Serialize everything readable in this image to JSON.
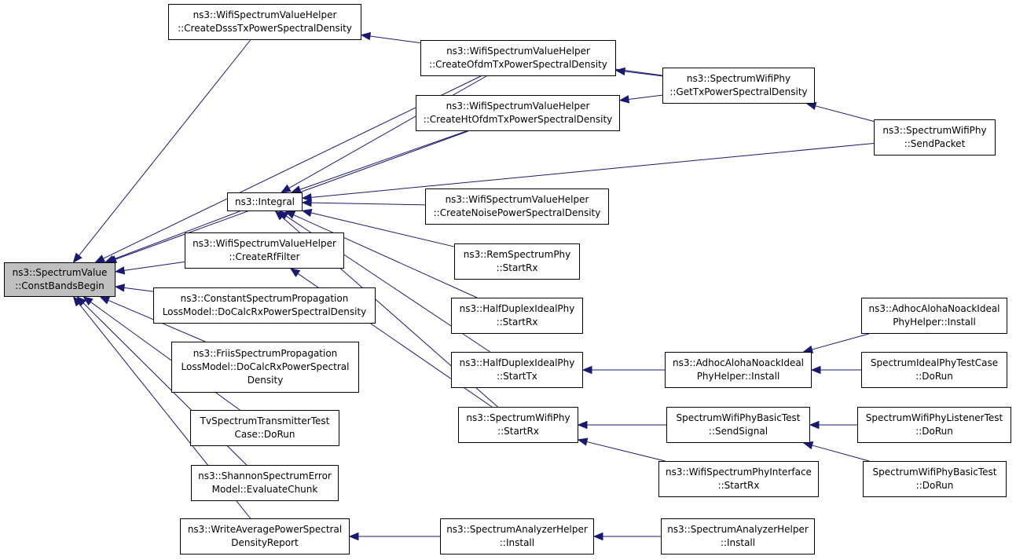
{
  "graph": {
    "edge_color": "#191970",
    "root_fill": "#bfbfbf",
    "node_fill": "#ffffff",
    "nodes": [
      {
        "id": "root",
        "lines": [
          "ns3::SpectrumValue",
          "::ConstBandsBegin"
        ]
      },
      {
        "id": "create-dsss",
        "lines": [
          "ns3::WifiSpectrumValueHelper",
          "::CreateDsssTxPowerSpectralDensity"
        ]
      },
      {
        "id": "create-ofdm",
        "lines": [
          "ns3::WifiSpectrumValueHelper",
          "::CreateOfdmTxPowerSpectralDensity"
        ]
      },
      {
        "id": "create-ht-ofdm",
        "lines": [
          "ns3::WifiSpectrumValueHelper",
          "::CreateHtOfdmTxPowerSpectralDensity"
        ]
      },
      {
        "id": "integral",
        "lines": [
          "ns3::Integral"
        ]
      },
      {
        "id": "create-rf-filter",
        "lines": [
          "ns3::WifiSpectrumValueHelper",
          "::CreateRfFilter"
        ]
      },
      {
        "id": "constant-prop",
        "lines": [
          "ns3::ConstantSpectrumPropagation",
          "LossModel::DoCalcRxPowerSpectralDensity"
        ]
      },
      {
        "id": "friis-prop",
        "lines": [
          "ns3::FriisSpectrumPropagation",
          "LossModel::DoCalcRxPowerSpectral",
          "Density"
        ]
      },
      {
        "id": "tv-test",
        "lines": [
          "TvSpectrumTransmitterTest",
          "Case::DoRun"
        ]
      },
      {
        "id": "shannon",
        "lines": [
          "ns3::ShannonSpectrumError",
          "Model::EvaluateChunk"
        ]
      },
      {
        "id": "write-avg",
        "lines": [
          "ns3::WriteAveragePowerSpectral",
          "DensityReport"
        ]
      },
      {
        "id": "get-tx-psd",
        "lines": [
          "ns3::SpectrumWifiPhy",
          "::GetTxPowerSpectralDensity"
        ]
      },
      {
        "id": "send-packet",
        "lines": [
          "ns3::SpectrumWifiPhy",
          "::SendPacket"
        ]
      },
      {
        "id": "create-noise",
        "lines": [
          "ns3::WifiSpectrumValueHelper",
          "::CreateNoisePowerSpectralDensity"
        ]
      },
      {
        "id": "rem-startrx",
        "lines": [
          "ns3::RemSpectrumPhy",
          "::StartRx"
        ]
      },
      {
        "id": "hd-startrx",
        "lines": [
          "ns3::HalfDuplexIdealPhy",
          "::StartRx"
        ]
      },
      {
        "id": "hd-starttx",
        "lines": [
          "ns3::HalfDuplexIdealPhy",
          "::StartTx"
        ]
      },
      {
        "id": "swp-startrx",
        "lines": [
          "ns3::SpectrumWifiPhy",
          "::StartRx"
        ]
      },
      {
        "id": "sa-install",
        "lines": [
          "ns3::SpectrumAnalyzerHelper",
          "::Install"
        ]
      },
      {
        "id": "sa-install-2",
        "lines": [
          "ns3::SpectrumAnalyzerHelper",
          "::Install"
        ]
      },
      {
        "id": "adhoc-install",
        "lines": [
          "ns3::AdhocAlohaNoackIdeal",
          "PhyHelper::Install"
        ]
      },
      {
        "id": "adhoc-install-2",
        "lines": [
          "ns3::AdhocAlohaNoackIdeal",
          "PhyHelper::Install"
        ]
      },
      {
        "id": "ideal-test",
        "lines": [
          "SpectrumIdealPhyTestCase",
          "::DoRun"
        ]
      },
      {
        "id": "swp-sendsignal",
        "lines": [
          "SpectrumWifiPhyBasicTest",
          "::SendSignal"
        ]
      },
      {
        "id": "wsp-if-startrx",
        "lines": [
          "ns3::WifiSpectrumPhyInterface",
          "::StartRx"
        ]
      },
      {
        "id": "listener-test",
        "lines": [
          "SpectrumWifiPhyListenerTest",
          "::DoRun"
        ]
      },
      {
        "id": "basic-test",
        "lines": [
          "SpectrumWifiPhyBasicTest",
          "::DoRun"
        ]
      }
    ],
    "edges": [
      [
        "create-dsss",
        "root"
      ],
      [
        "create-ofdm",
        "root"
      ],
      [
        "create-ht-ofdm",
        "root"
      ],
      [
        "integral",
        "root"
      ],
      [
        "create-rf-filter",
        "root"
      ],
      [
        "constant-prop",
        "root"
      ],
      [
        "friis-prop",
        "root"
      ],
      [
        "tv-test",
        "root"
      ],
      [
        "shannon",
        "root"
      ],
      [
        "write-avg",
        "root"
      ],
      [
        "create-ofdm",
        "integral"
      ],
      [
        "create-ht-ofdm",
        "integral"
      ],
      [
        "send-packet",
        "integral"
      ],
      [
        "create-noise",
        "integral"
      ],
      [
        "rem-startrx",
        "integral"
      ],
      [
        "hd-startrx",
        "integral"
      ],
      [
        "hd-starttx",
        "integral"
      ],
      [
        "swp-startrx",
        "integral"
      ],
      [
        "swp-startrx",
        "create-rf-filter"
      ],
      [
        "get-tx-psd",
        "create-dsss"
      ],
      [
        "get-tx-psd",
        "create-ofdm"
      ],
      [
        "get-tx-psd",
        "create-ht-ofdm"
      ],
      [
        "send-packet",
        "get-tx-psd"
      ],
      [
        "adhoc-install",
        "hd-starttx"
      ],
      [
        "adhoc-install-2",
        "adhoc-install"
      ],
      [
        "ideal-test",
        "adhoc-install"
      ],
      [
        "swp-sendsignal",
        "swp-startrx"
      ],
      [
        "wsp-if-startrx",
        "swp-startrx"
      ],
      [
        "listener-test",
        "swp-sendsignal"
      ],
      [
        "basic-test",
        "swp-sendsignal"
      ],
      [
        "sa-install",
        "write-avg"
      ],
      [
        "sa-install-2",
        "sa-install"
      ]
    ]
  }
}
